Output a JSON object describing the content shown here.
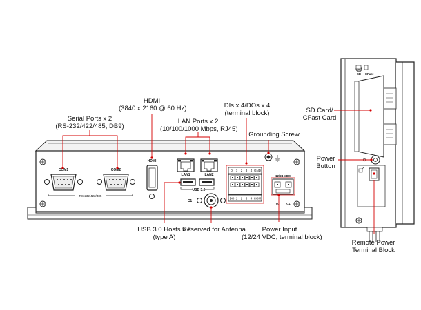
{
  "callouts": {
    "hdmi": {
      "title": "HDMI",
      "detail": "(3840 x 2160 @ 60 Hz)"
    },
    "serial": {
      "title": "Serial Ports x 2",
      "detail": "(RS-232/422/485, DB9)"
    },
    "lan": {
      "title": "LAN Ports x 2",
      "detail": "(10/100/1000 Mbps, RJ45)"
    },
    "dio": {
      "title": "DIs x 4/DOs x 4",
      "detail": "(terminal block)"
    },
    "grounding": {
      "title": "Grounding Screw"
    },
    "usb": {
      "title": "USB 3.0 Hosts x 2",
      "detail": "(type A)"
    },
    "antenna": {
      "title": "Reserved for Antenna"
    },
    "power_input": {
      "title": "Power Input",
      "detail": "(12/24 VDC, terminal block)"
    },
    "sd_card": {
      "title": "SD Card/",
      "detail": "CFast Card"
    },
    "power_button": {
      "title": "Power",
      "detail": "Button"
    },
    "remote_power": {
      "title": "Remote Power",
      "detail": "Terminal Block"
    }
  },
  "panel_labels": {
    "com1": "COM1",
    "com2": "COM2",
    "rs_bracket": "RS-232/422/485",
    "hdmi": "HDMI",
    "lan1": "LAN1",
    "lan2": "LAN2",
    "usb": "USB 3.0",
    "c1": "C1",
    "di_row": [
      "DI",
      "1",
      "2",
      "3",
      "4",
      "GND"
    ],
    "do_row": [
      "DO",
      "1",
      "2",
      "3",
      "4",
      "COM"
    ],
    "power_vdc": "12/24 VDC",
    "v_minus": "V-",
    "v_plus": "V+",
    "side_sd": "SD",
    "side_cfast": "CFast"
  }
}
